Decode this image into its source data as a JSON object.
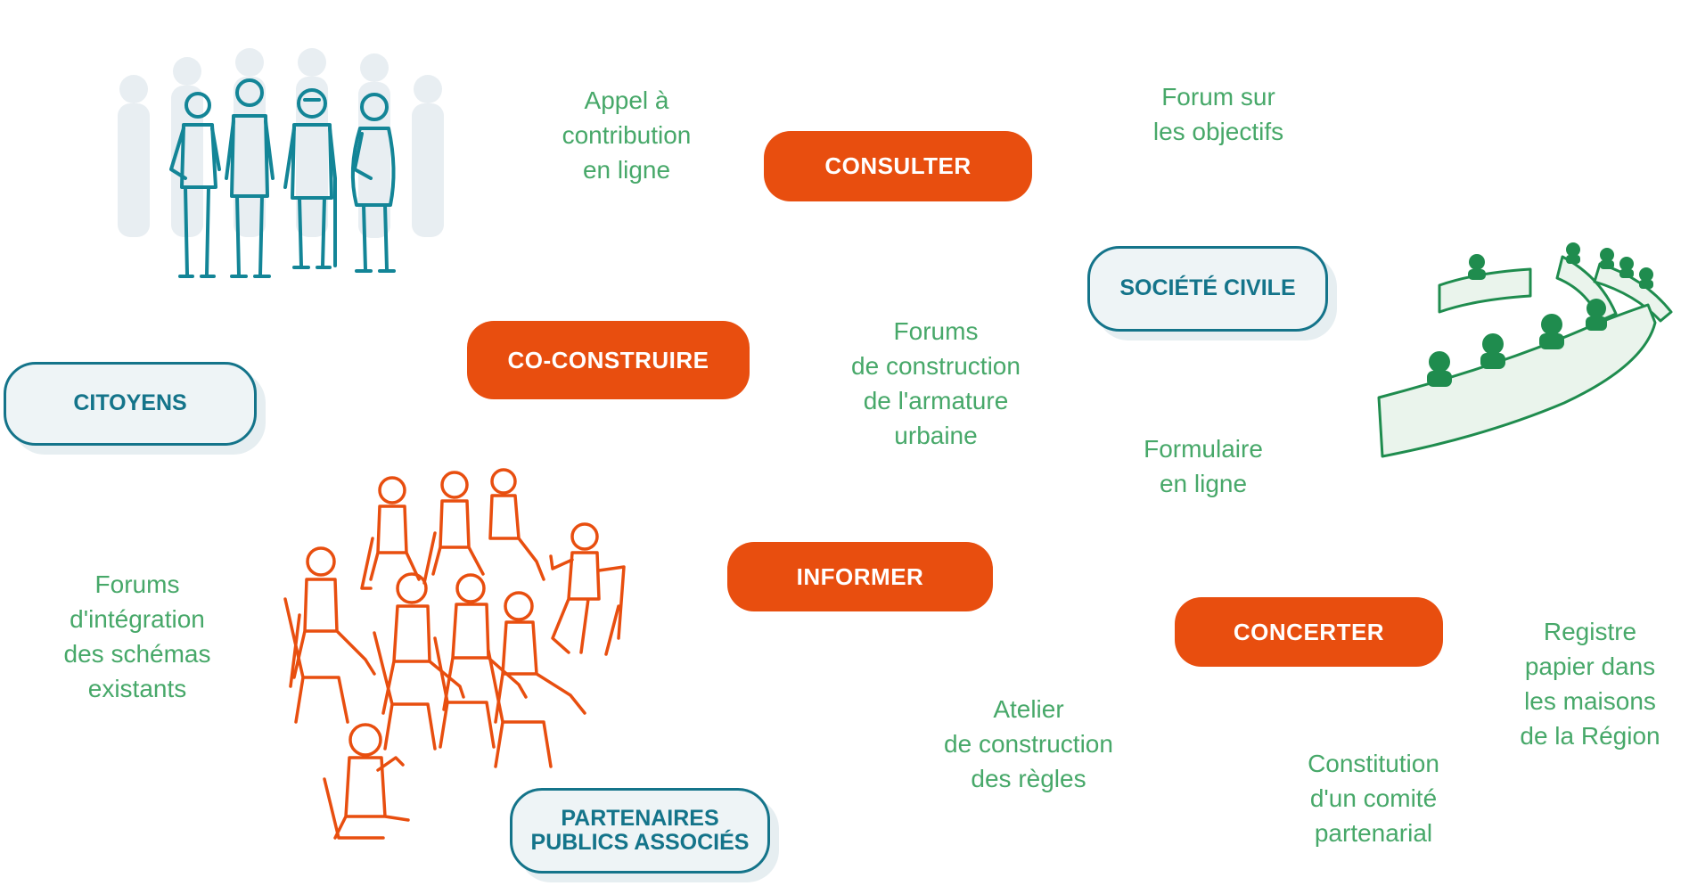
{
  "actions": {
    "consulter": "CONSULTER",
    "co_construire": "CO-CONSTRUIRE",
    "informer": "INFORMER",
    "concerter": "CONCERTER"
  },
  "groups": {
    "citoyens": "CITOYENS",
    "societe_civile": "SOCIÉTÉ CIVILE",
    "partenaires_line1": "PARTENAIRES",
    "partenaires_line2": "PUBLICS ASSOCIÉS"
  },
  "labels": {
    "appel": [
      "Appel à",
      "contribution",
      "en ligne"
    ],
    "forum_objectifs": [
      "Forum sur",
      "les objectifs"
    ],
    "forums_armature": [
      "Forums",
      "de construction",
      "de l'armature",
      "urbaine"
    ],
    "formulaire": [
      "Formulaire",
      "en ligne"
    ],
    "forums_integration": [
      "Forums",
      "d'intégration",
      "des schémas",
      "existants"
    ],
    "atelier": [
      "Atelier",
      "de construction",
      "des règles"
    ],
    "comite": [
      "Constitution",
      "d'un comité",
      "partenarial"
    ],
    "registre": [
      "Registre",
      "papier dans",
      "les maisons",
      "de la Région"
    ]
  },
  "colors": {
    "orange": "#e84e0f",
    "teal": "#14748a",
    "green_text": "#47a869",
    "green_illustration": "#1f8c4e",
    "pale_blue": "#eef4f6"
  },
  "illustrations": {
    "citizens": "standing-people-illustration",
    "partners": "seated-people-illustration",
    "civil_society": "assembly-hemicycle-illustration"
  }
}
